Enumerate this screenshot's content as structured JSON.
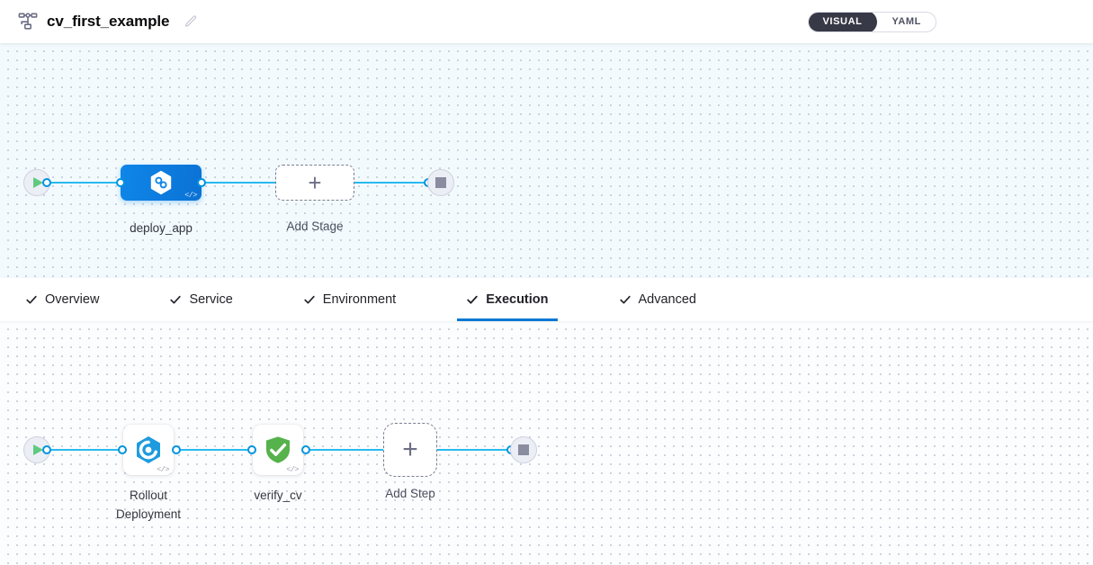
{
  "header": {
    "pipeline_icon": "pipeline-flow-icon",
    "title": "cv_first_example",
    "edit_icon": "edit-pencil-icon",
    "mode_toggle": {
      "visual_label": "VISUAL",
      "yaml_label": "YAML",
      "selected": "VISUAL",
      "active_bg": "#383946",
      "active_fg": "#ffffff"
    }
  },
  "stage_canvas": {
    "background": "#f2fafd",
    "start_node": {
      "icon": "play-icon",
      "color": "#5fc97f"
    },
    "end_node": {
      "icon": "stop-icon",
      "color": "#8a8ca0"
    },
    "stages": [
      {
        "label": "deploy_app",
        "icon": "harness-hexagon-icon",
        "color": "#0f86e9",
        "badge": "</>",
        "selected": true
      }
    ],
    "add_stage": {
      "label": "Add Stage",
      "icon": "plus-icon"
    }
  },
  "tabs": {
    "items": [
      {
        "label": "Overview",
        "icon": "check-icon",
        "active": false
      },
      {
        "label": "Service",
        "icon": "check-icon",
        "active": false
      },
      {
        "label": "Environment",
        "icon": "check-icon",
        "active": false
      },
      {
        "label": "Execution",
        "icon": "check-icon",
        "active": true
      },
      {
        "label": "Advanced",
        "icon": "check-icon",
        "active": false
      }
    ],
    "active_underline_color": "#0278d5"
  },
  "step_canvas": {
    "background": "#fcfdfe",
    "start_node": {
      "icon": "play-icon",
      "color": "#5fc97f"
    },
    "end_node": {
      "icon": "stop-icon",
      "color": "#8a8ca0"
    },
    "steps": [
      {
        "label": "Rollout\nDeployment",
        "icon": "kubernetes-rollout-icon",
        "color": "#1e9bde",
        "badge": "</>"
      },
      {
        "label": "verify_cv",
        "icon": "green-shield-check-icon",
        "color": "#56b24b",
        "badge": "</>"
      }
    ],
    "add_step": {
      "label": "Add Step",
      "icon": "plus-icon"
    }
  },
  "theme": {
    "connector_color": "#28baf0",
    "port_color": "#0093e0",
    "accent_blue": "#0278d5"
  }
}
